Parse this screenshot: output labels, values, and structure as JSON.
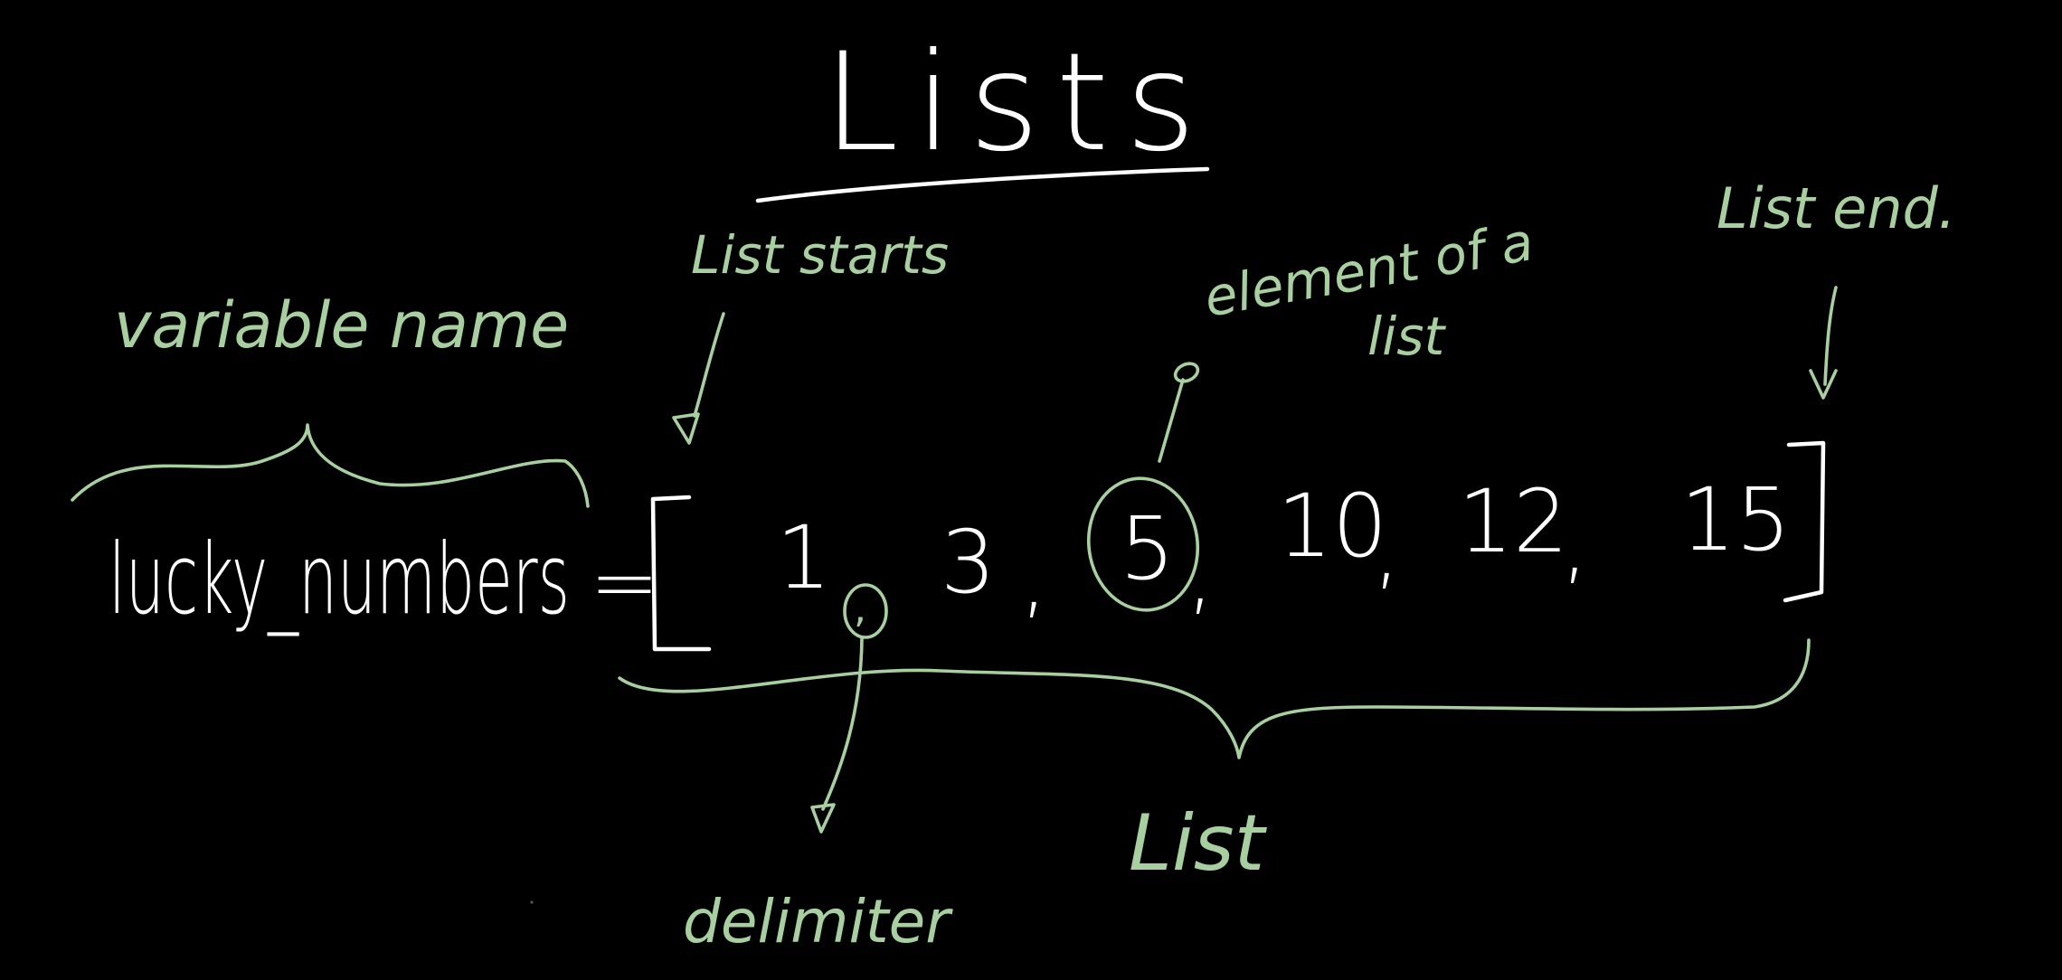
{
  "title": "Lists",
  "code": {
    "variable": "lucky_numbers",
    "equals": "=",
    "open_bracket": "[",
    "close_bracket": "]",
    "elements": [
      "1",
      "3",
      "5",
      "10",
      "12",
      "15"
    ],
    "separator": ","
  },
  "annotations": {
    "variable_name": "variable name",
    "list_starts": "List starts",
    "element_line1": "element of a",
    "element_line2": "list",
    "list_end": "List end.",
    "delimiter": "delimiter",
    "list": "List"
  },
  "colors": {
    "background": "#000000",
    "chalk": "#ffffff",
    "annotation": "#a8cf9f"
  }
}
